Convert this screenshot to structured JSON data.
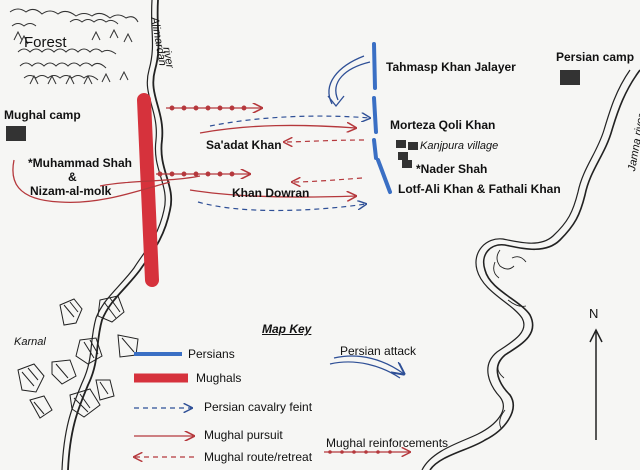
{
  "labels": {
    "forest": "Forest",
    "river_alimardan_1": "Alimardan",
    "river_alimardan_2": "river",
    "mughal_camp": "Mughal camp",
    "persian_camp": "Persian camp",
    "muhammad_shah": "*Muhammad Shah",
    "ampersand": "&",
    "nizam": "Nizam-al-molk",
    "tahmasp": "Tahmasp Khan Jalayer",
    "morteza": "Morteza Qoli Khan",
    "saadat": "Sa'adat Khan",
    "kanjpura": "Kanjpura village",
    "nader": "*Nader Shah",
    "lotf": "Lotf-Ali Khan  & Fathali Khan",
    "khan_dowran": "Khan Dowran",
    "karnal": "Karnal",
    "jamna": "Jamna river",
    "north": "N"
  },
  "key": {
    "title": "Map Key",
    "persians": "Persians",
    "mughals": "Mughals",
    "persian_attack": "Persian attack",
    "cavalry_feint": "Persian cavalry feint",
    "mughal_pursuit": "Mughal pursuit",
    "mughal_retreat": "Mughal route/retreat",
    "reinforcements": "Mughal reinforcements"
  },
  "colors": {
    "persian": "#3a6fc4",
    "mughal_bar": "#d6323c",
    "mughal_line": "#b5383c",
    "feint": "#2e4f96"
  }
}
